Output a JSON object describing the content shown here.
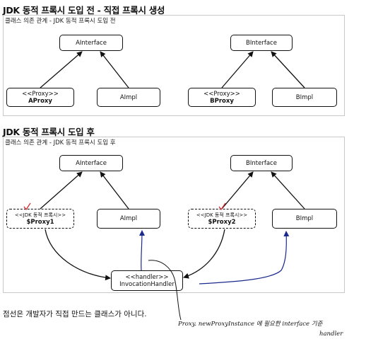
{
  "top": {
    "heading": "JDK 동적 프록시 도입 전 - 직접 프록시 생성",
    "caption": "클래스 의존 관계 - JDK 동적 프록시 도입 전",
    "a_interface": "AInterface",
    "b_interface": "BInterface",
    "a_proxy_stereotype": "<<Proxy>>",
    "a_proxy_name": "AProxy",
    "a_impl": "AImpl",
    "b_proxy_stereotype": "<<Proxy>>",
    "b_proxy_name": "BProxy",
    "b_impl": "BImpl"
  },
  "bottom": {
    "heading": "JDK 동적 프록시 도입 후",
    "caption": "클래스 의존 관계 - JDK 동적 프록시 도입 후",
    "a_interface": "AInterface",
    "b_interface": "BInterface",
    "proxy1_stereotype": "<<JDK 동적 프록시>>",
    "proxy1_name": "$Proxy1",
    "a_impl": "AImpl",
    "proxy2_stereotype": "<<JDK 동적 프록시>>",
    "proxy2_name": "$Proxy2",
    "b_impl": "BImpl",
    "handler_stereotype": "<<handler>>",
    "handler_name": "InvocationHandler"
  },
  "note": "점선은 개발자가 직접 만드는 클래스가 아니다.",
  "annotations": {
    "handwriting_line1": "Proxy. newProxyInstance 에 필요한 interface 기준",
    "handwriting_line2": "handler",
    "checkmark_color": "#d62b2b",
    "arrow_color": "#1a2a8c"
  }
}
